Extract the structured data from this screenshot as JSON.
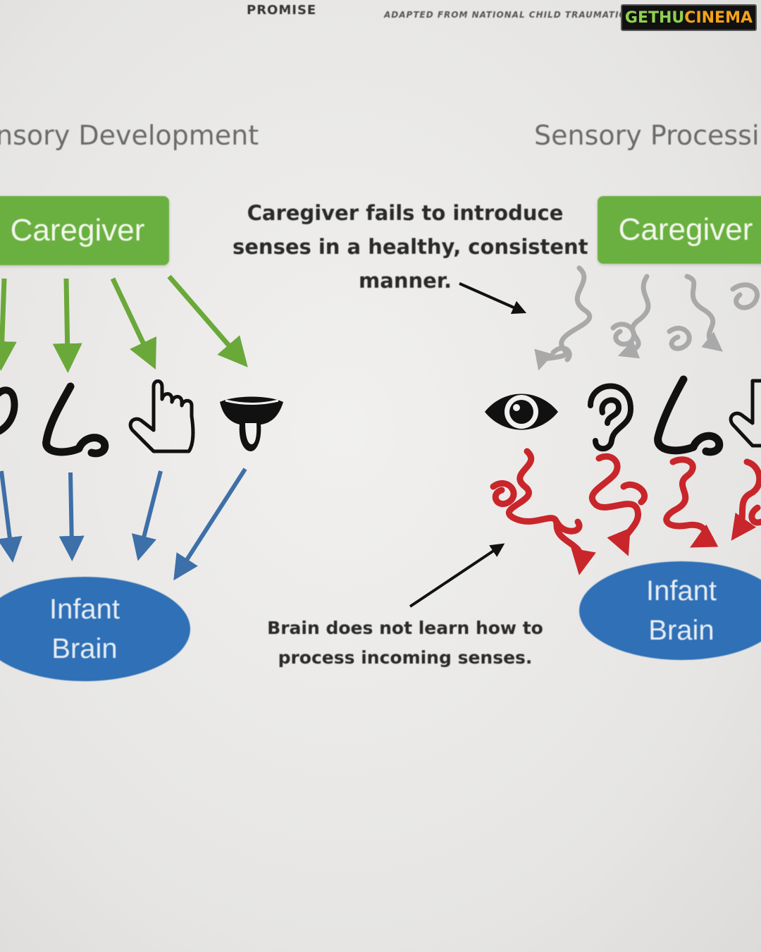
{
  "top_strip": {
    "left_tag": "PROMISE",
    "right_tag": "ADAPTED FROM NATIONAL CHILD TRAUMATIC S"
  },
  "watermark": {
    "part1": "GETHU",
    "part2": "CINEMA"
  },
  "left_panel": {
    "heading": "nsory Development",
    "caregiver": "Caregiver",
    "senses": [
      "eye-icon",
      "nose-icon",
      "hand-icon",
      "tongue-icon"
    ],
    "brain_line1": "Infant",
    "brain_line2": "Brain"
  },
  "right_panel": {
    "heading": "Sensory Processing",
    "caregiver": "Caregiver",
    "senses": [
      "eye-icon",
      "ear-icon",
      "nose-icon",
      "hand-icon"
    ],
    "brain_line1": "Infant",
    "brain_line2": "Brain"
  },
  "captions": {
    "top": [
      "Caregiver fails to introduce",
      "senses in a healthy, consistent",
      "manner."
    ],
    "bottom": [
      "Brain does not learn how to",
      "process incoming senses."
    ]
  },
  "colors": {
    "caregiver_green": "#6ab040",
    "brain_blue": "#2f70b6",
    "arrow_green": "#6aa83a",
    "arrow_blue": "#3d6fa8",
    "squiggle_gray": "#a9a9a9",
    "squiggle_red": "#c8262b"
  }
}
